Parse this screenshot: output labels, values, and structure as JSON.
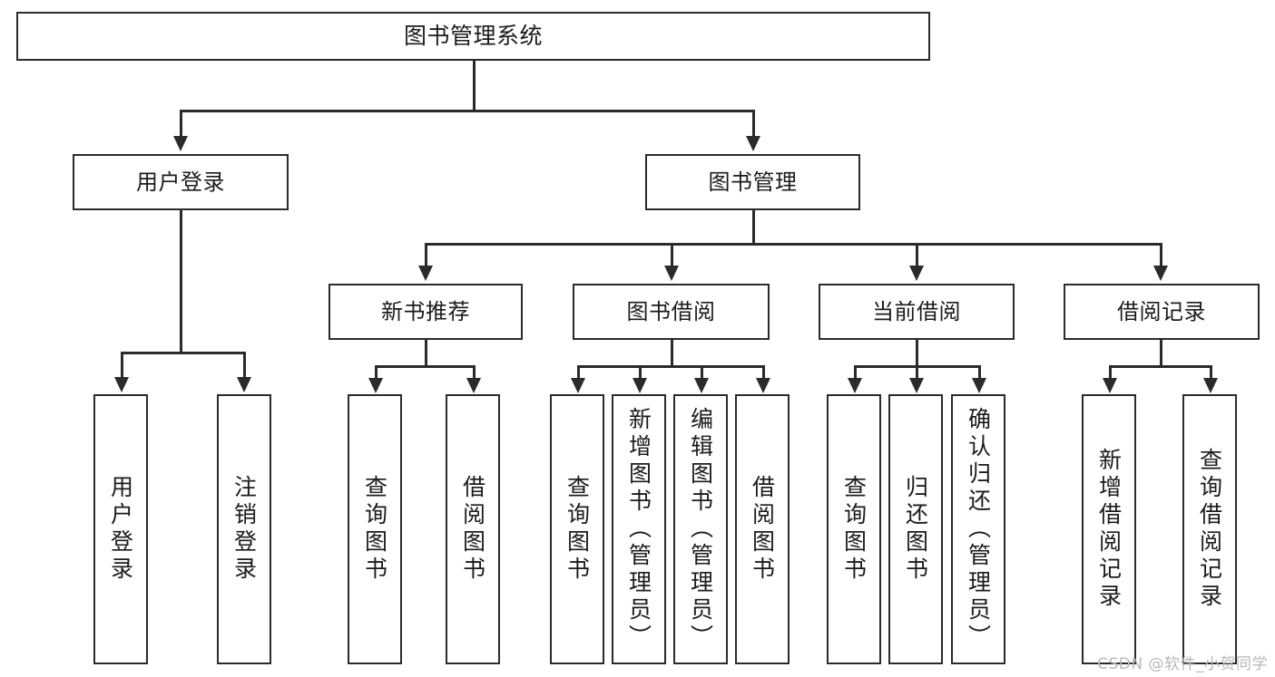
{
  "diagram": {
    "title": "图书管理系统",
    "type": "tree-hierarchy-diagram",
    "nodes": {
      "root": {
        "label": "图书管理系统"
      },
      "level2": [
        {
          "id": "user-login",
          "label": "用户登录"
        },
        {
          "id": "book-management",
          "label": "图书管理"
        }
      ],
      "level3": [
        {
          "id": "new-book-recommend",
          "label": "新书推荐"
        },
        {
          "id": "book-borrow",
          "label": "图书借阅"
        },
        {
          "id": "current-borrow",
          "label": "当前借阅"
        },
        {
          "id": "borrow-record",
          "label": "借阅记录"
        }
      ],
      "leaves": {
        "user_login": [
          {
            "id": "leaf-user-login",
            "label": "用户登录"
          },
          {
            "id": "leaf-logout-login",
            "label": "注销登录"
          }
        ],
        "new_book_recommend": [
          {
            "id": "leaf-query-book-1",
            "label": "查询图书"
          },
          {
            "id": "leaf-borrow-book-1",
            "label": "借阅图书"
          }
        ],
        "book_borrow": [
          {
            "id": "leaf-query-book-2",
            "label": "查询图书"
          },
          {
            "id": "leaf-add-book",
            "label": "新增图书（管理员）"
          },
          {
            "id": "leaf-edit-book",
            "label": "编辑图书（管理员）"
          },
          {
            "id": "leaf-borrow-book-2",
            "label": "借阅图书"
          }
        ],
        "current_borrow": [
          {
            "id": "leaf-query-book-3",
            "label": "查询图书"
          },
          {
            "id": "leaf-return-book",
            "label": "归还图书"
          },
          {
            "id": "leaf-confirm-return",
            "label": "确认归还（管理员）"
          }
        ],
        "borrow_record": [
          {
            "id": "leaf-add-borrow-record",
            "label": "新增借阅记录"
          },
          {
            "id": "leaf-query-borrow-record",
            "label": "查询借阅记录"
          }
        ]
      }
    },
    "colors": {
      "stroke": "#2b2b2b",
      "fill": "#ffffff",
      "text": "#1b1b1b",
      "watermark": "#b8b8b8"
    }
  },
  "watermark": {
    "text": "CSDN @软件_小贺同学"
  }
}
